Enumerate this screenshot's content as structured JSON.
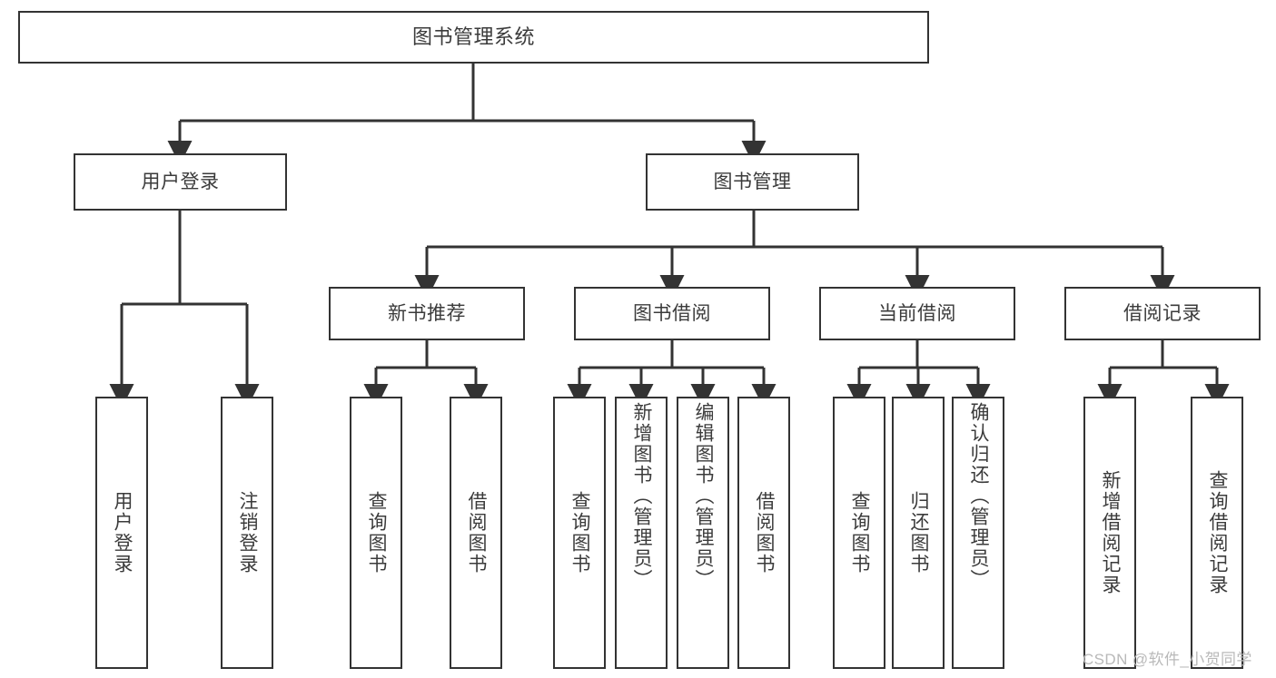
{
  "diagram": {
    "type": "tree",
    "title": "图书管理系统",
    "root": {
      "label": "图书管理系统"
    },
    "level2": [
      {
        "label": "用户登录"
      },
      {
        "label": "图书管理"
      }
    ],
    "level3": [
      {
        "label": "新书推荐"
      },
      {
        "label": "图书借阅"
      },
      {
        "label": "当前借阅"
      },
      {
        "label": "借阅记录"
      }
    ],
    "leaves": {
      "user_login": [
        {
          "label": "用户登录"
        },
        {
          "label": "注销登录"
        }
      ],
      "new_book_recommend": [
        {
          "label": "查询图书"
        },
        {
          "label": "借阅图书"
        }
      ],
      "book_borrow": [
        {
          "label": "查询图书"
        },
        {
          "label": "新增图书（管理员）"
        },
        {
          "label": "编辑图书（管理员）"
        },
        {
          "label": "借阅图书"
        }
      ],
      "current_borrow": [
        {
          "label": "查询图书"
        },
        {
          "label": "归还图书"
        },
        {
          "label": "确认归还（管理员）"
        }
      ],
      "borrow_record": [
        {
          "label": "新增借阅记录"
        },
        {
          "label": "查询借阅记录"
        }
      ]
    }
  },
  "watermark": {
    "text": "CSDN @软件_小贺同学"
  },
  "colors": {
    "stroke": "#333333",
    "text": "#3b3b3b",
    "background": "#ffffff",
    "watermark": "#b9b9b9"
  }
}
